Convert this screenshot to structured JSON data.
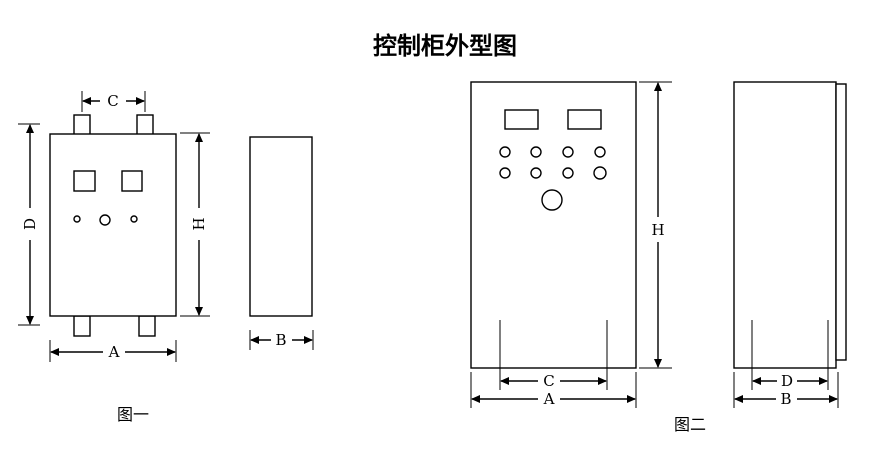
{
  "title": "控制柜外型图",
  "figure1": {
    "caption": "图一",
    "labels": {
      "A": "A",
      "B": "B",
      "C": "C",
      "D": "D",
      "H": "H"
    }
  },
  "figure2": {
    "caption": "图二",
    "labels": {
      "A": "A",
      "B": "B",
      "C": "C",
      "D": "D",
      "H": "H"
    }
  }
}
